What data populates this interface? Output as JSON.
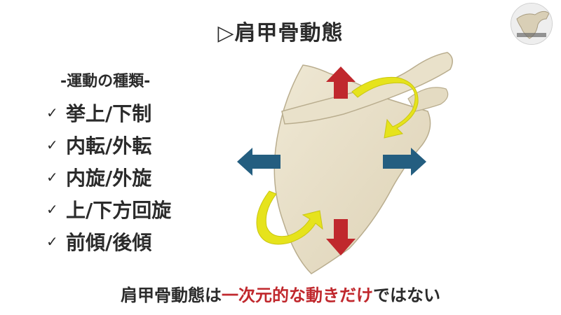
{
  "title": "▷肩甲骨動態",
  "section": {
    "heading": "-運動の種類-",
    "check_symbol": "✓",
    "items": [
      {
        "label": "挙上/下制"
      },
      {
        "label": "内転/外転"
      },
      {
        "label": "内旋/外旋"
      },
      {
        "label": "上/下方回旋"
      },
      {
        "label": "前傾/後傾"
      }
    ]
  },
  "caption": {
    "before": "肩甲骨動態は",
    "highlight": "一次元的な動きだけ",
    "after": "ではない"
  },
  "colors": {
    "text": "#2b2b2b",
    "highlight": "#c0282d",
    "vertical_arrow": "#c0282d",
    "horizontal_arrow": "#245e80",
    "rotation_arrow": "#e6e31c",
    "bone": "#e8dfc8"
  },
  "icons": {
    "logo": "scapula-logo",
    "vertical_arrows": [
      "arrow-up-icon",
      "arrow-down-icon"
    ],
    "horizontal_arrows": [
      "arrow-left-icon",
      "arrow-right-icon"
    ],
    "rotation_arrows": [
      "rotate-cw-icon",
      "rotate-ccw-icon"
    ]
  }
}
